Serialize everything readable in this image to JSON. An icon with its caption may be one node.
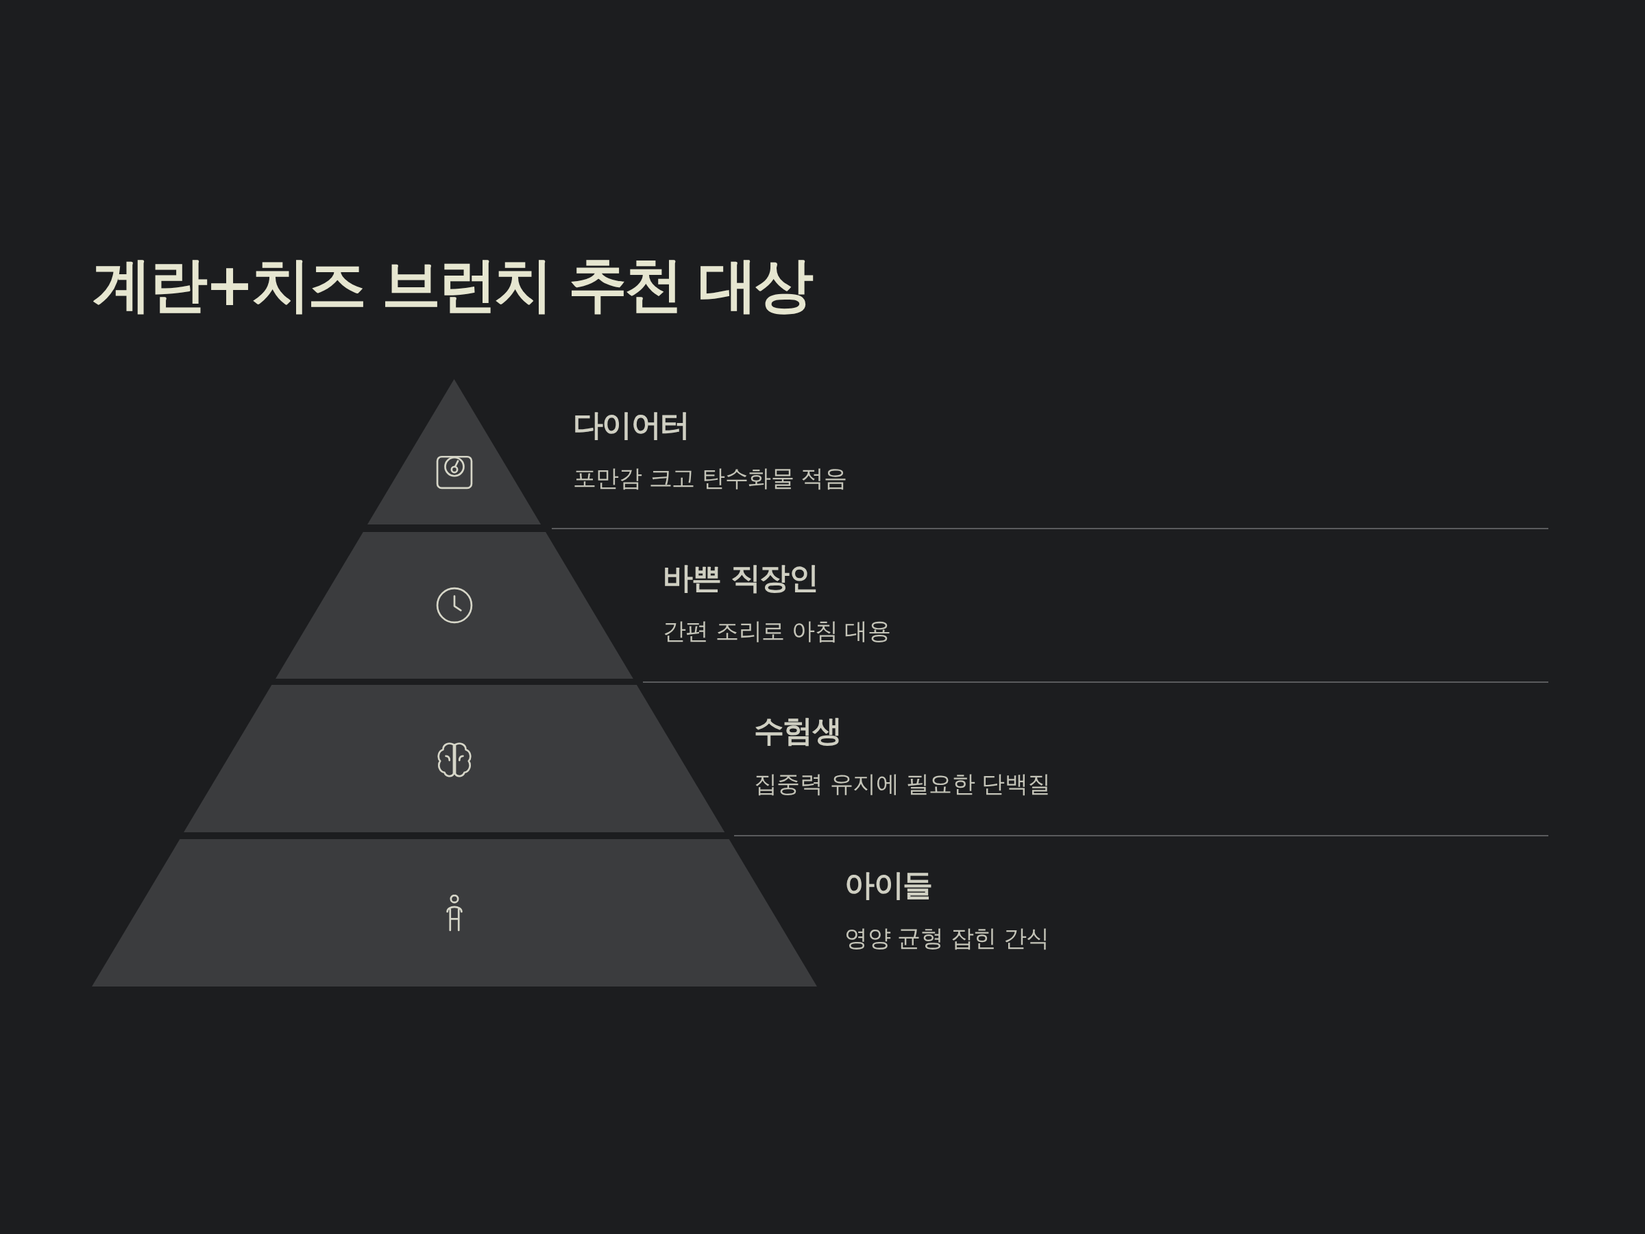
{
  "diagram": {
    "title": "계란+치즈 브런치 추천 대상",
    "nodes": [
      {
        "text": [
          "다이어터",
          "포만감 크고 탄수화물 적음"
        ]
      },
      {
        "text": [
          "바쁜 직장인",
          "간편 조리로 아침 대용"
        ]
      },
      {
        "text": [
          "수험생",
          "집중력 유지에 필요한 단백질"
        ]
      },
      {
        "text": [
          "아이들",
          "영양 균형 잡힌 간식"
        ]
      }
    ]
  }
}
